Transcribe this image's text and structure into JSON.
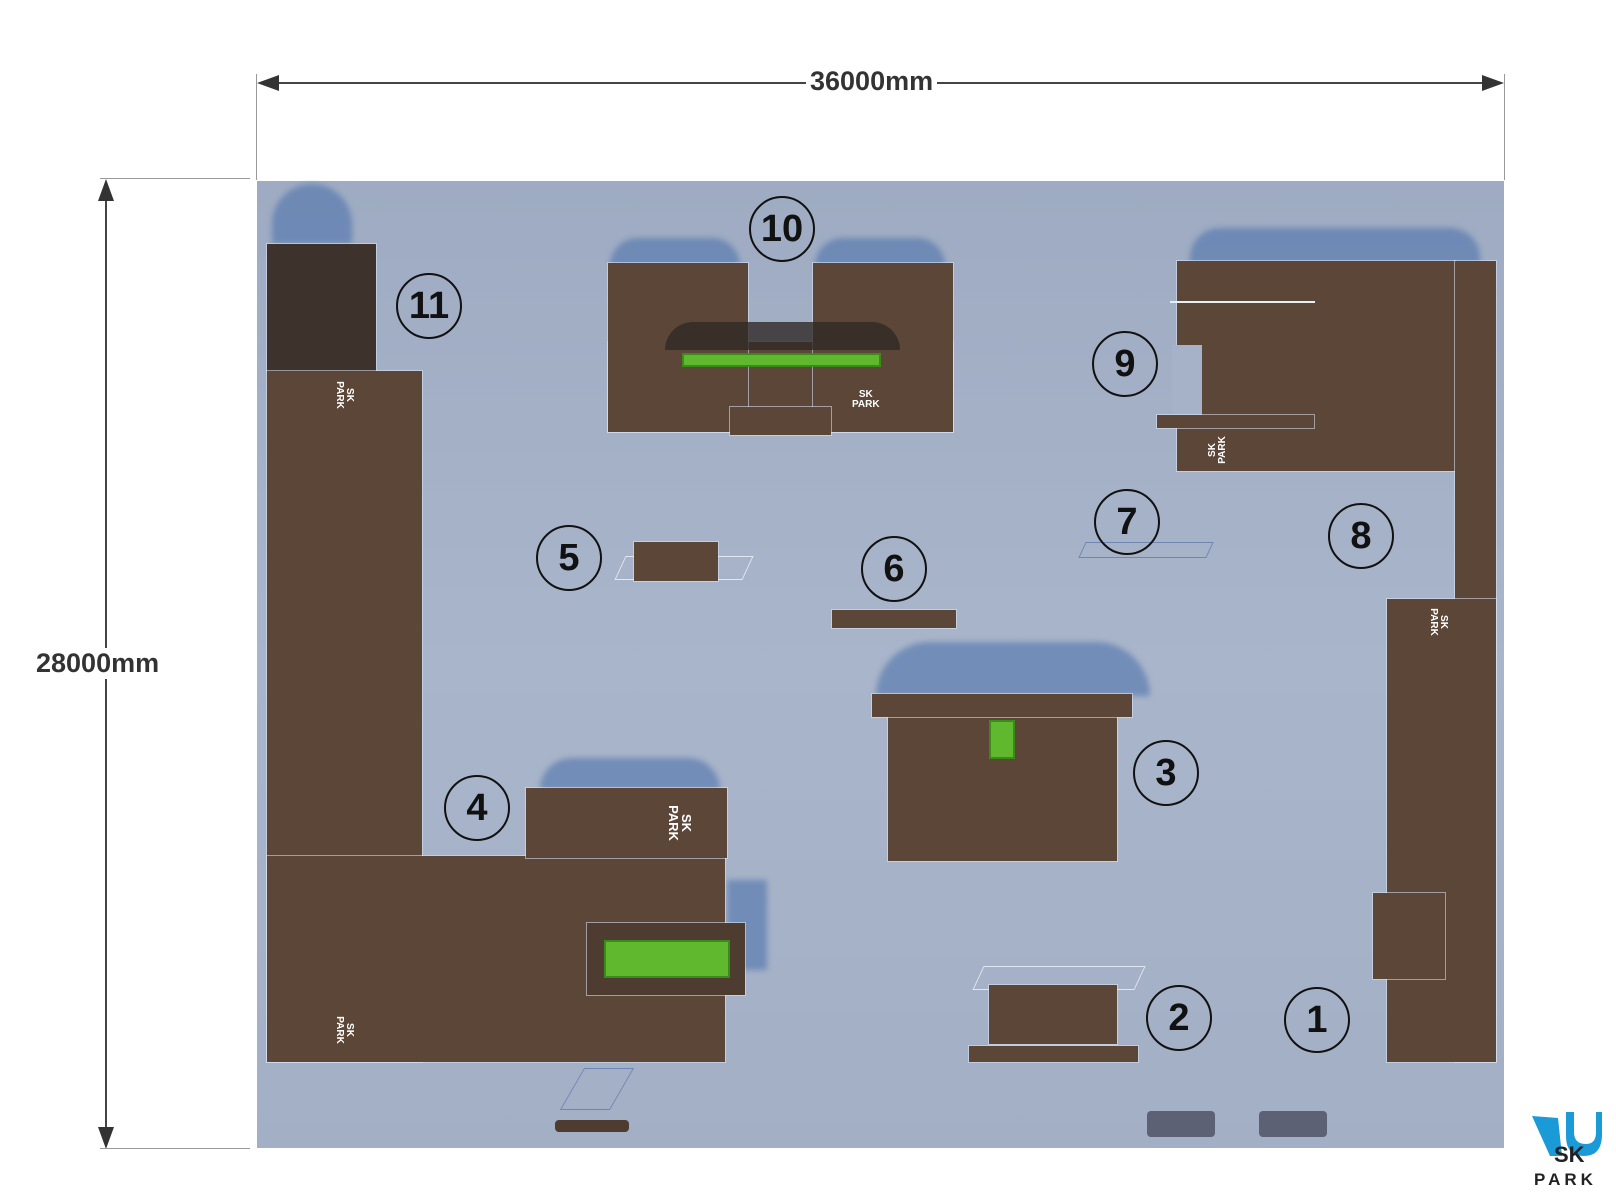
{
  "dimensions": {
    "width_label": "36000mm",
    "height_label": "28000mm"
  },
  "markers": [
    "1",
    "2",
    "3",
    "4",
    "5",
    "6",
    "7",
    "8",
    "9",
    "10",
    "11"
  ],
  "logo": {
    "line1": "SK",
    "line2": "PARK"
  },
  "colors": {
    "floor": "#a3afc5",
    "ramp": "#5b4638",
    "rail": "#5fb82e",
    "logo": "#1a9ad6"
  }
}
